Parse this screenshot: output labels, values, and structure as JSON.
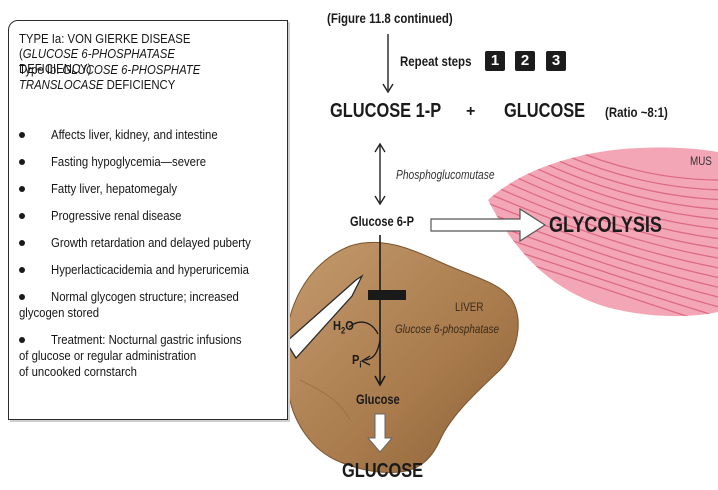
{
  "figure": {
    "continued_label": "(Figure 11.8 continued)",
    "repeat_steps_label": "Repeat steps",
    "step_numbers": [
      "1",
      "2",
      "3"
    ],
    "glucose_1p": "GLUCOSE 1-P",
    "plus": "+",
    "glucose": "GLUCOSE",
    "ratio": "(Ratio ~8:1)",
    "enzyme_mutase": "Phosphoglucomutase",
    "glucose_6p": "Glucose 6-P",
    "glycolysis": "GLYCOLYSIS",
    "muscle_label": "MUS",
    "liver_label": "LIVER",
    "water": "H",
    "water_sub": "2",
    "water_o": "O",
    "phosphate": "P",
    "phosphate_sub": "i",
    "enzyme_phosphatase": "Glucose 6-phosphatase",
    "glucose_inside": "Glucose",
    "glucose_out": "GLUCOSE"
  },
  "info_box": {
    "type_ia_line1": "TYPE Ia: VON GIERKE DISEASE",
    "type_ia_open": "(",
    "type_ia_enzyme": "GLUCOSE 6-PHOSPHATASE",
    "type_ia_close": " DEFICIENCY)",
    "type_ib_prefix": "Type Ib: ",
    "type_ib_enzyme_line1": "GLUCOSE 6-PHOSPHATE",
    "type_ib_enzyme_line2": "TRANSLOCASE",
    "type_ib_suffix": " DEFICIENCY",
    "bullets": [
      "Affects liver, kidney, and intestine",
      "Fasting hypoglycemia—severe",
      "Fatty liver, hepatomegaly",
      "Progressive renal disease",
      "Growth retardation and delayed puberty",
      "Hyperlacticacidemia and hyperuricemia",
      "Normal glycogen structure; increased",
      "Treatment: Nocturnal gastric infusions"
    ],
    "bullet7_cont": "glycogen stored",
    "bullet8_cont1": "of glucose or regular administration",
    "bullet8_cont2": "of uncooked cornstarch"
  },
  "colors": {
    "liver": "#b08457",
    "muscle": "#e8889c",
    "ink": "#1a1a1a"
  }
}
